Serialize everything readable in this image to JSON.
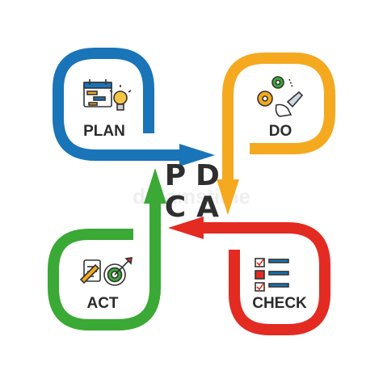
{
  "diagram": {
    "center": {
      "p": "P",
      "d": "D",
      "c": "C",
      "a": "A"
    },
    "stages": {
      "plan": {
        "label": "PLAN",
        "color": "#1a74b8",
        "icon": "calendar-lightbulb-icon"
      },
      "do": {
        "label": "DO",
        "color": "#f4a91f",
        "icon": "gears-hand-wrench-icon"
      },
      "check": {
        "label": "CHECK",
        "color": "#e32b22",
        "icon": "checklist-icon"
      },
      "act": {
        "label": "ACT",
        "color": "#3aa935",
        "icon": "target-arrow-icon"
      }
    },
    "watermark": "dreamstime"
  }
}
